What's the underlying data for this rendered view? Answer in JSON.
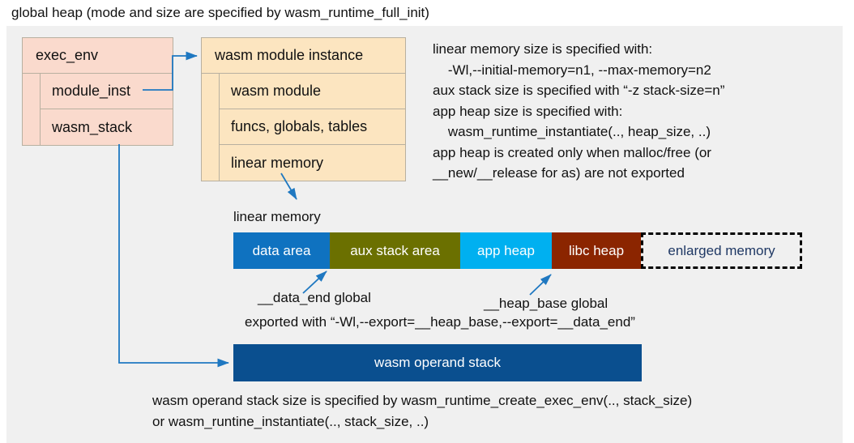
{
  "title": "global heap (mode and size are specified by wasm_runtime_full_init)",
  "colors": {
    "panel_bg": "#f0f0f0",
    "exec_env_fill": "#fadacd",
    "module_inst_fill": "#fce5c0",
    "box_border": "#b8b0a0",
    "connector": "#1f78c1",
    "data_area": "#0f72c0",
    "aux_stack_area": "#6b7000",
    "app_heap": "#00b0f0",
    "libc_heap": "#8b2500",
    "enlarged_memory_text": "#1f3864",
    "operand_stack": "#0a4f8f"
  },
  "exec_env": {
    "header": "exec_env",
    "rows": [
      "module_inst",
      "wasm_stack"
    ]
  },
  "module_instance": {
    "header": "wasm module instance",
    "rows": [
      "wasm module",
      "funcs, globals, tables",
      "linear memory"
    ]
  },
  "notes": "linear memory size is specified with:\n    -Wl,--initial-memory=n1, --max-memory=n2\naux stack size is specified with “-z stack-size=n”\napp heap size is specified with:\n    wasm_runtime_instantiate(.., heap_size, ..)\napp heap is created only when malloc/free (or\n__new/__release for as) are not exported",
  "linear_memory": {
    "label": "linear memory",
    "segments": [
      {
        "label": "data area",
        "width": 119,
        "fill": "#0f72c0",
        "text_color": "#ffffff",
        "dashed": false
      },
      {
        "label": "aux stack area",
        "width": 161,
        "fill": "#6b7000",
        "text_color": "#ffffff",
        "dashed": false
      },
      {
        "label": "app heap",
        "width": 113,
        "fill": "#00b0f0",
        "text_color": "#ffffff",
        "dashed": false
      },
      {
        "label": "libc heap",
        "width": 110,
        "fill": "#8b2500",
        "text_color": "#ffffff",
        "dashed": false
      },
      {
        "label": "enlarged memory",
        "width": 199,
        "fill": "transparent",
        "text_color": "#1f3864",
        "dashed": true
      }
    ]
  },
  "annotations": {
    "data_end": "__data_end global",
    "heap_base": "__heap_base global",
    "exported_with": "exported with “-Wl,--export=__heap_base,--export=__data_end”"
  },
  "operand_stack": {
    "label": "wasm operand stack",
    "note": "wasm operand stack size is specified by wasm_runtime_create_exec_env(.., stack_size)\nor wasm_runtine_instantiate(.., stack_size, ..)"
  }
}
